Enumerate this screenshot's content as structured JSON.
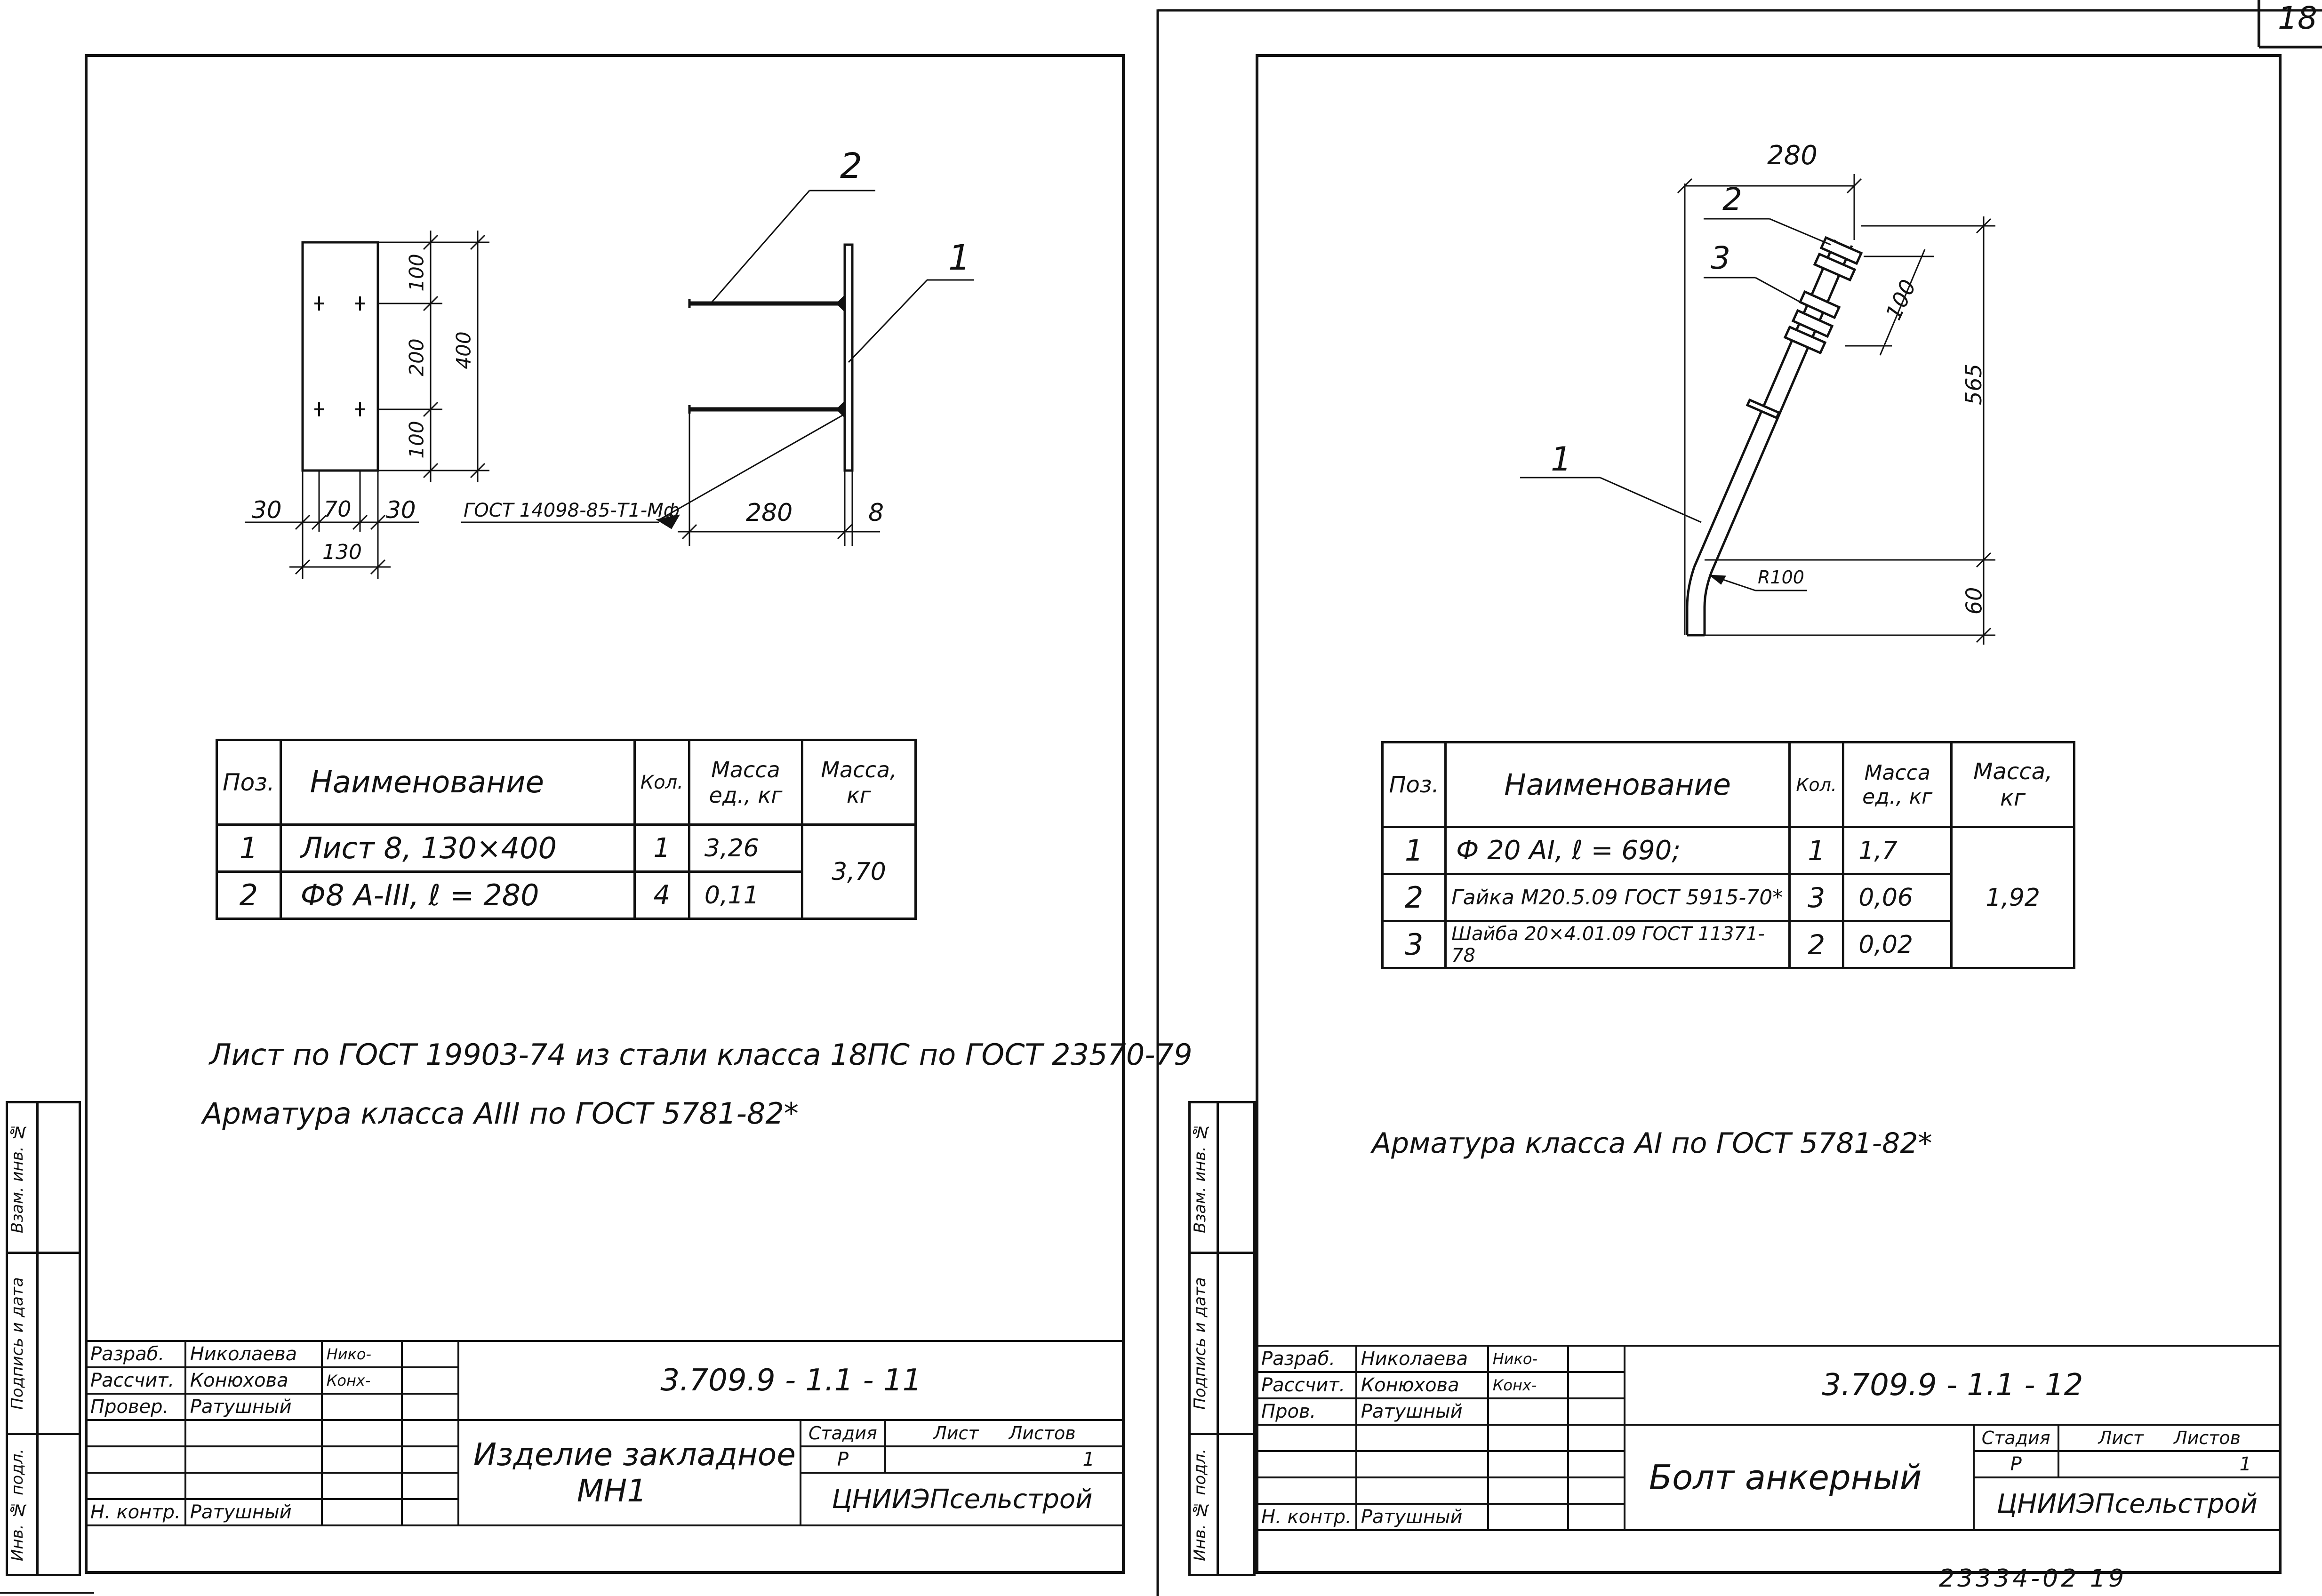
{
  "page_number": "18",
  "footer_code": "23334-02   19",
  "left": {
    "callouts": {
      "pos1": "1",
      "pos2": "2"
    },
    "dims": {
      "d100a": "100",
      "d200": "200",
      "d100b": "100",
      "d400": "400",
      "d30a": "30",
      "d70": "70",
      "d30b": "30",
      "d130": "130",
      "weld": "ГОСТ 14098-85-Т1-Мф",
      "d280": "280",
      "d8": "8"
    },
    "spec": {
      "headers": [
        "Поз.",
        "Наименование",
        "Кол.",
        "Масса ед., кг",
        "Масса, кг"
      ],
      "rows": [
        {
          "pos": "1",
          "name": "Лист 8, 130×400",
          "qty": "1",
          "unit_mass": "3,26"
        },
        {
          "pos": "2",
          "name": "Ф8 А-III, ℓ = 280",
          "qty": "4",
          "unit_mass": "0,11"
        }
      ],
      "total_mass": "3,70"
    },
    "notes": [
      "Лист по ГОСТ 19903-74 из стали класса 18ПС по ГОСТ 23570-79",
      "Арматура класса АIII по ГОСТ 5781-82*"
    ],
    "side_labels": [
      "Инв. № подл.",
      "Подпись и дата",
      "Взам. инв. №"
    ],
    "title_block": {
      "rows": [
        {
          "role": "Разраб.",
          "name": "Николаева",
          "sign": "Нико-"
        },
        {
          "role": "Рассчит.",
          "name": "Конюхова",
          "sign": "Конх-"
        },
        {
          "role": "Провер.",
          "name": "Ратушный",
          "sign": ""
        },
        {
          "role": "",
          "name": "",
          "sign": ""
        },
        {
          "role": "",
          "name": "",
          "sign": ""
        },
        {
          "role": "",
          "name": "",
          "sign": ""
        },
        {
          "role": "Н. контр.",
          "name": "Ратушный",
          "sign": ""
        }
      ],
      "code": "3.709.9 - 1.1 - 11",
      "title_line1": "Изделие закладное",
      "title_line2": "МН1",
      "stage_header": "Стадия",
      "sheet_header": "Лист",
      "sheets_header": "Листов",
      "stage": "Р",
      "sheet": "",
      "sheets": "1",
      "org": "ЦНИИЭПсельстрой"
    }
  },
  "right": {
    "callouts": {
      "pos1": "1",
      "pos2": "2",
      "pos3": "3"
    },
    "dims": {
      "d280": "280",
      "d100": "100",
      "d565": "565",
      "d60": "60",
      "r100": "R100"
    },
    "spec": {
      "headers": [
        "Поз.",
        "Наименование",
        "Кол.",
        "Масса ед., кг",
        "Масса, кг"
      ],
      "rows": [
        {
          "pos": "1",
          "name": "Ф 20 АI,  ℓ = 690;",
          "qty": "1",
          "unit_mass": "1,7"
        },
        {
          "pos": "2",
          "name": "Гайка М20.5.09 ГОСТ 5915-70*",
          "qty": "3",
          "unit_mass": "0,06"
        },
        {
          "pos": "3",
          "name": "Шайба 20×4.01.09 ГОСТ 11371-78",
          "qty": "2",
          "unit_mass": "0,02"
        }
      ],
      "total_mass": "1,92"
    },
    "notes": [
      "Арматура класса АI по ГОСТ 5781-82*"
    ],
    "side_labels": [
      "Инв. № подл.",
      "Подпись и дата",
      "Взам. инв. №"
    ],
    "title_block": {
      "rows": [
        {
          "role": "Разраб.",
          "name": "Николаева",
          "sign": "Нико-"
        },
        {
          "role": "Рассчит.",
          "name": "Конюхова",
          "sign": "Конх-"
        },
        {
          "role": "Пров.",
          "name": "Ратушный",
          "sign": ""
        },
        {
          "role": "",
          "name": "",
          "sign": ""
        },
        {
          "role": "",
          "name": "",
          "sign": ""
        },
        {
          "role": "",
          "name": "",
          "sign": ""
        },
        {
          "role": "Н. контр.",
          "name": "Ратушный",
          "sign": ""
        }
      ],
      "code": "3.709.9 - 1.1 - 12",
      "title_line1": "Болт анкерный",
      "title_line2": "",
      "stage_header": "Стадия",
      "sheet_header": "Лист",
      "sheets_header": "Листов",
      "stage": "Р",
      "sheet": "",
      "sheets": "1",
      "org": "ЦНИИЭПсельстрой"
    }
  }
}
